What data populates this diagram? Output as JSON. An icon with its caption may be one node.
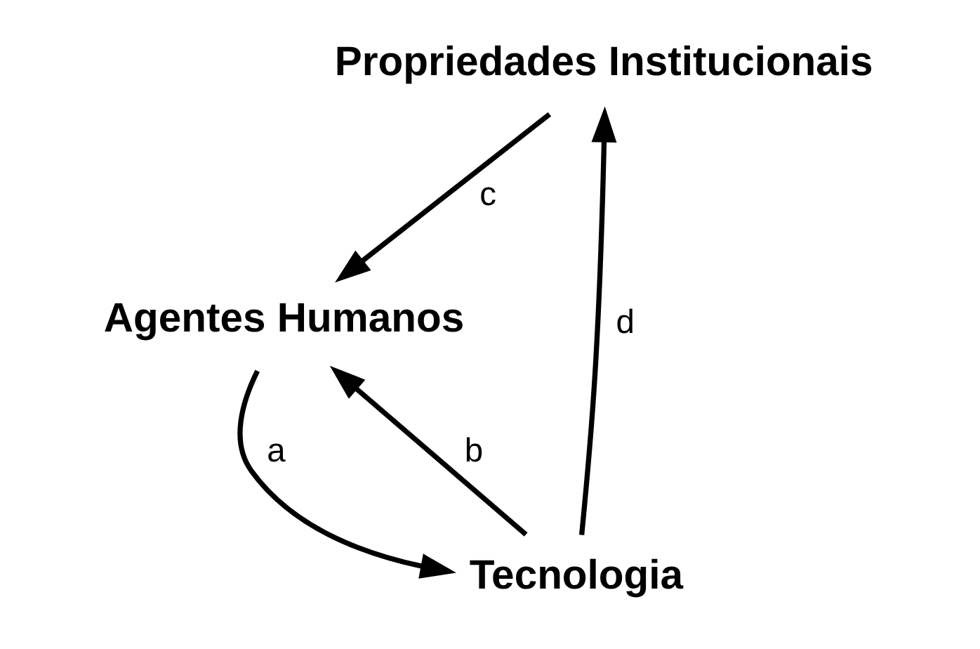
{
  "diagram": {
    "nodes": [
      {
        "text": [
          "Propriedades Institucionais"
        ]
      },
      {
        "text": [
          "Tecnologia"
        ]
      },
      {
        "text": [
          "Agentes Humanos"
        ]
      }
    ],
    "edges": [
      {
        "from": 0,
        "to": 2,
        "arrow": "to",
        "label": "c"
      },
      {
        "from": 1,
        "to": 0,
        "arrow": "to",
        "label": "d"
      },
      {
        "from": 2,
        "to": 1,
        "arrow": "to",
        "label": "a"
      },
      {
        "from": 1,
        "to": 2,
        "arrow": "to",
        "label": "b"
      }
    ]
  }
}
